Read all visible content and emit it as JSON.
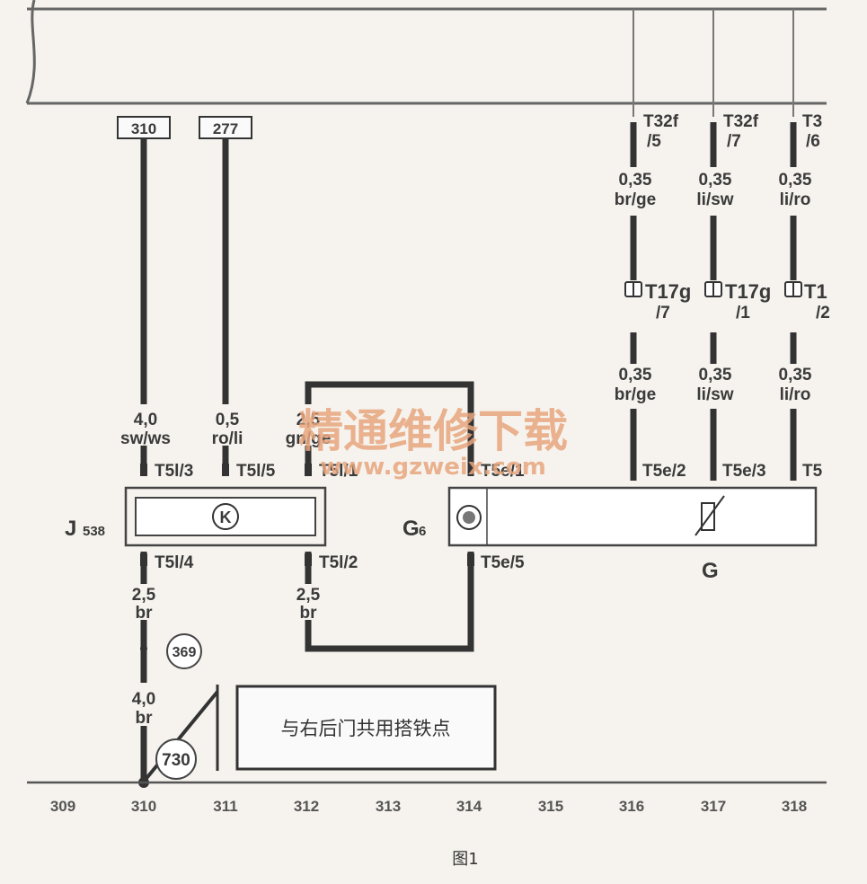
{
  "diagram": {
    "refs": [
      "310",
      "277"
    ],
    "wires": {
      "w1": {
        "gauge": "4,0",
        "color": "sw/ws"
      },
      "w2": {
        "gauge": "0,5",
        "color": "ro/li"
      },
      "w3": {
        "gauge": "2,5",
        "color": "gn/ge"
      },
      "w4": {
        "gauge": "2,5",
        "color": "br"
      },
      "w5": {
        "gauge": "2,5",
        "color": "br"
      },
      "w6": {
        "gauge": "4,0",
        "color": "br"
      },
      "t1": {
        "gauge": "0,35",
        "color": "br/ge"
      },
      "t2": {
        "gauge": "0,35",
        "color": "li/sw"
      },
      "t3": {
        "gauge": "0,35",
        "color": "li/ro"
      },
      "m1": {
        "gauge": "0,35",
        "color": "br/ge"
      },
      "m2": {
        "gauge": "0,35",
        "color": "li/sw"
      },
      "m3": {
        "gauge": "0,35",
        "color": "li/ro"
      }
    },
    "pins": {
      "t5l3": "T5l/3",
      "t5l5": "T5l/5",
      "t5l1": "T5l/1",
      "t5l4": "T5l/4",
      "t5l2": "T5l/2",
      "t5e1": "T5e/1",
      "t5e2": "T5e/2",
      "t5e3": "T5e/3",
      "t5e4": "T5",
      "t5e5": "T5e/5",
      "t32a1": "T32f",
      "t32a2": "/5",
      "t32b1": "T32f",
      "t32b2": "/7",
      "t32c1": "T3",
      "t32c2": "/6",
      "t17a1": "T17g",
      "t17a2": "/7",
      "t17b1": "T17g",
      "t17b2": "/1",
      "t17c1": "T1",
      "t17c2": "/2"
    },
    "components": {
      "j538": "J",
      "j538_sub": "538",
      "g6": "G",
      "g6_sub": "6",
      "g": "G",
      "k_symbol": "K"
    },
    "grounds": {
      "g369": "369",
      "g730": "730"
    },
    "note": "与右后门共用搭铁点",
    "columns": [
      "309",
      "310",
      "311",
      "312",
      "313",
      "314",
      "315",
      "316",
      "317",
      "318"
    ],
    "watermark": {
      "title": "精通维修下载",
      "url": "www.gzweix.com"
    },
    "caption": "图1"
  }
}
